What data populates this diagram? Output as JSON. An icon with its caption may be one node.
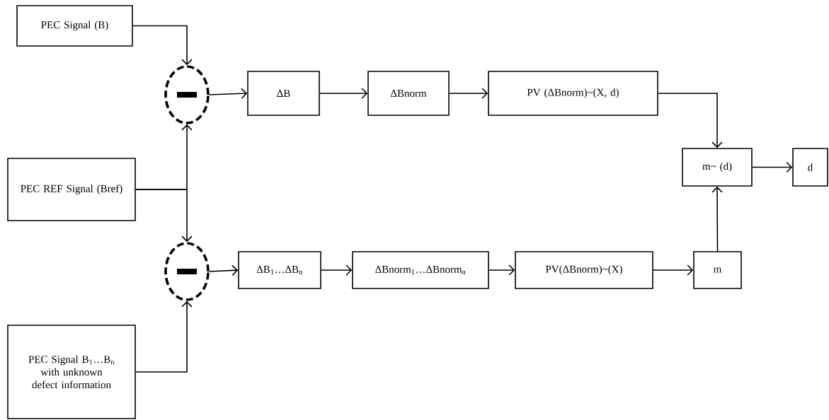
{
  "diagram": {
    "nodes": [
      {
        "text": [
          "PEC Signal (B)"
        ]
      },
      {
        "text": [
          "PEC REF Signal (Bref)"
        ]
      },
      {
        "text": [
          "PEC Signal B$_{1}$…B$_{n}$ with unknown defect information"
        ]
      },
      {
        "text": [],
        "shape": "circle"
      },
      {
        "text": [],
        "shape": "circle"
      },
      {
        "text": [
          "ΔB"
        ]
      },
      {
        "text": [
          "ΔBnorm"
        ]
      },
      {
        "text": [
          "PV (ΔBnorm)~(X, d)"
        ]
      },
      {
        "text": [
          "m~ (d)"
        ]
      },
      {
        "text": [
          "d"
        ]
      },
      {
        "text": [
          "ΔB$_{1}$…ΔB$_{n}$"
        ]
      },
      {
        "text": [
          "ΔBnorm$_{1}$…ΔBnorm$_{n}$"
        ]
      },
      {
        "text": [
          "PV(ΔBnorm)~(X)"
        ]
      },
      {
        "text": [
          "m"
        ]
      }
    ],
    "edges": [
      {
        "from": 0,
        "to": 3,
        "arrow": "to"
      },
      {
        "from": 1,
        "to": 3,
        "arrow": "to"
      },
      {
        "from": 1,
        "to": 4,
        "arrow": "to"
      },
      {
        "from": 2,
        "to": 4,
        "arrow": "to"
      },
      {
        "from": 3,
        "to": 5,
        "arrow": "to"
      },
      {
        "from": 5,
        "to": 6,
        "arrow": "to"
      },
      {
        "from": 6,
        "to": 7,
        "arrow": "to"
      },
      {
        "from": 7,
        "to": 8,
        "arrow": "to"
      },
      {
        "from": 8,
        "to": 9,
        "arrow": "to"
      },
      {
        "from": 4,
        "to": 10,
        "arrow": "to"
      },
      {
        "from": 10,
        "to": 11,
        "arrow": "to"
      },
      {
        "from": 11,
        "to": 12,
        "arrow": "to"
      },
      {
        "from": 12,
        "to": 13,
        "arrow": "to"
      },
      {
        "from": 13,
        "to": 8,
        "arrow": "to"
      }
    ]
  }
}
